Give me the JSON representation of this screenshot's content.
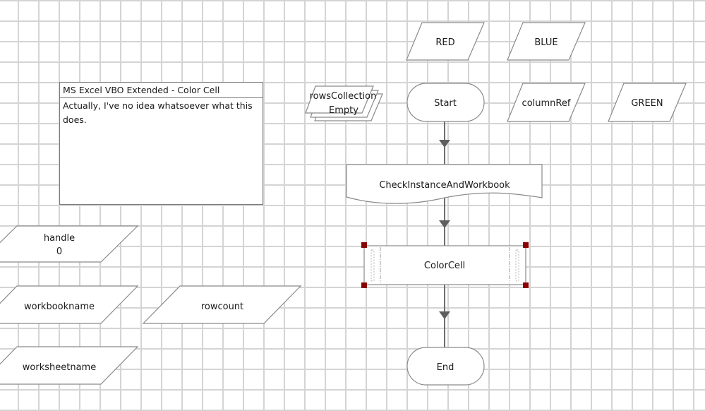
{
  "diagram": {
    "note": {
      "title": "MS Excel VBO Extended - Color Cell",
      "body": "Actually, I've no idea whatsoever what this does."
    },
    "flow": {
      "start": "Start",
      "step1": "CheckInstanceAndWorkbook",
      "step2": "ColorCell",
      "end": "End"
    },
    "data_items": {
      "red": "RED",
      "blue": "BLUE",
      "column_ref": "columnRef",
      "green": "GREEN",
      "rows_collection_name": "rowsCollection",
      "rows_collection_value": "Empty",
      "handle_name": "handle",
      "handle_value": "0",
      "workbookname": "workbookname",
      "rowcount": "rowcount",
      "worksheetname": "worksheetname"
    },
    "colors": {
      "selection_handle": "#8b0000",
      "connector": "#6e6e6e",
      "shape_border": "#8a8a8a",
      "grid": "#d4d4d4"
    }
  }
}
